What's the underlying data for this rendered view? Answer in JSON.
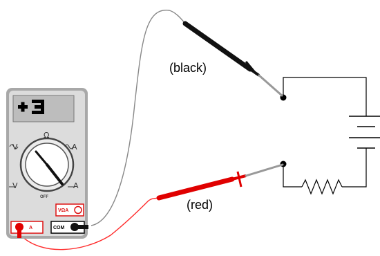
{
  "labels": {
    "black": "(black)",
    "red": "(red)"
  },
  "meter": {
    "display": "+3",
    "knob_ohm": "Ω",
    "left_top": "V",
    "right_top": "A",
    "left_bottom": "V",
    "right_bottom": "A",
    "off": "OFF",
    "jack_va": "VΩA",
    "jack_com": "COM",
    "jack_a": "A"
  },
  "colors": {
    "black_lead": "#111111",
    "red_lead": "#e00000",
    "meter_body": "#dcdcdc",
    "meter_frame": "#999999",
    "display_bg": "#bdbdbd",
    "circuit_wire": "#000000"
  },
  "icons": {
    "meter": "multimeter-icon",
    "battery": "battery-icon",
    "resistor": "resistor-icon",
    "probe": "probe-icon"
  }
}
